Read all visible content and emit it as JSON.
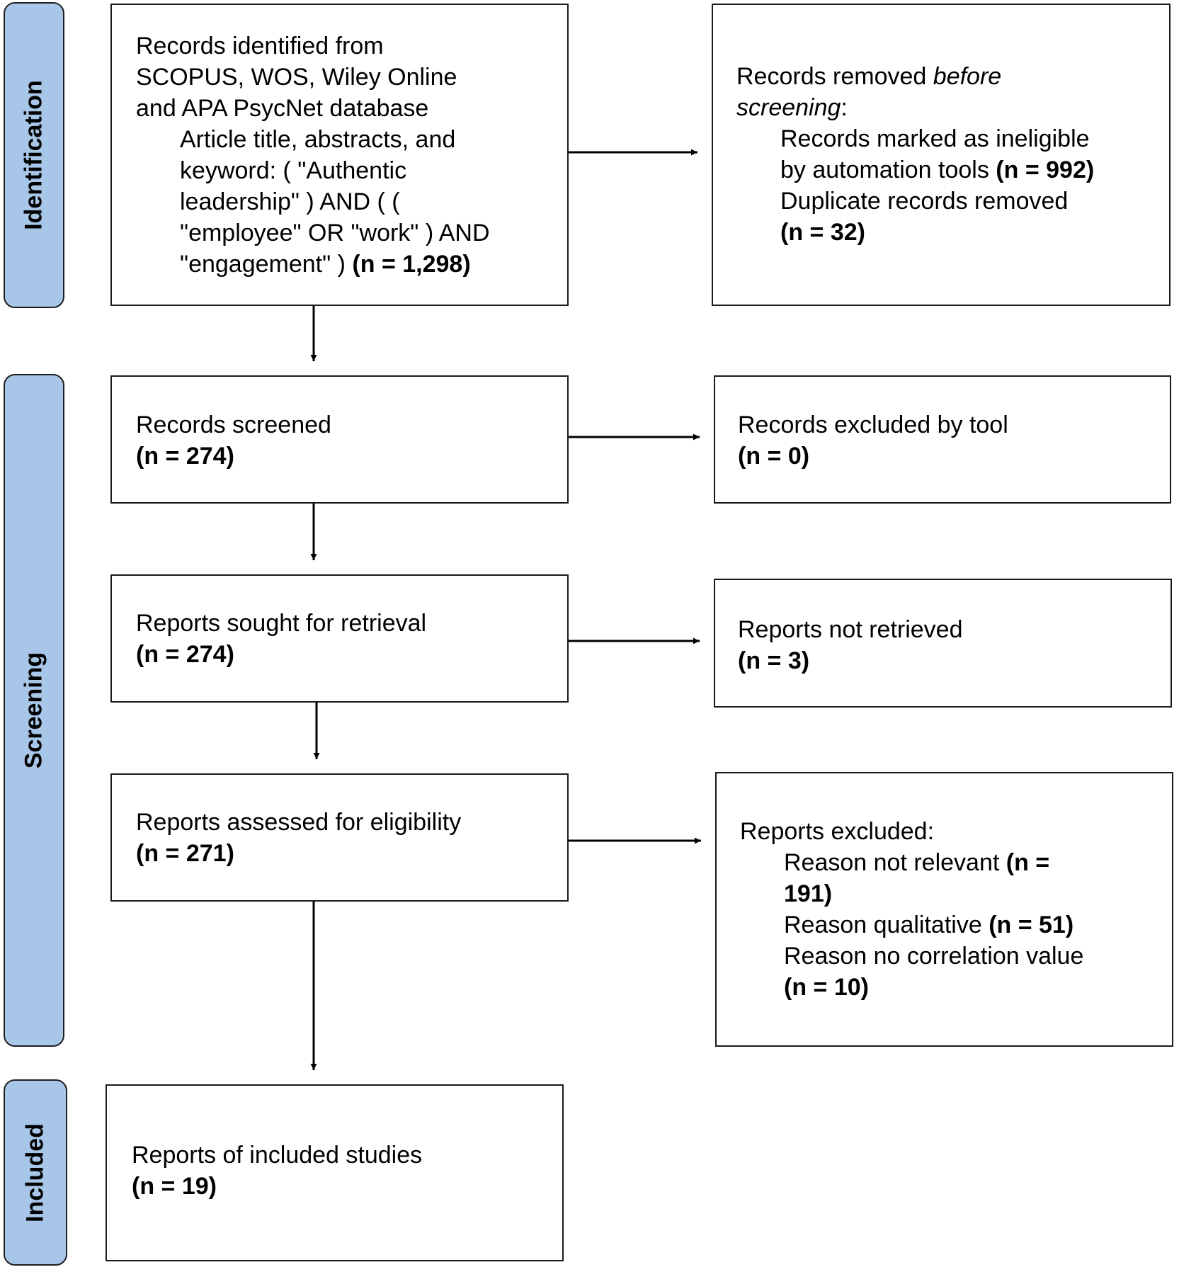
{
  "phases": {
    "identification": "Identification",
    "screening": "Screening",
    "included": "Included"
  },
  "identified": {
    "line1": "Records identified from",
    "line2": "SCOPUS, WOS, Wiley Online",
    "line3": "and APA PsycNet database",
    "line4": "Article title, abstracts, and",
    "line5": "keyword: ( \"Authentic",
    "line6": "leadership\" ) AND ( (",
    "line7": "\"employee\" OR \"work\" ) AND",
    "line8": "\"engagement\" )",
    "count": "(n = 1,298)"
  },
  "removed": {
    "prefix": "Records removed ",
    "italic1": "before",
    "italic2": "screening",
    "colon": ":",
    "item1_a": "Records marked as ineligible",
    "item1_b": "by automation tools ",
    "item1_count": "(n = 992)",
    "item2_a": "Duplicate records removed",
    "item2_count": "(n = 32)"
  },
  "screened": {
    "label": "Records screened",
    "count": "(n = 274)"
  },
  "excluded_tool": {
    "label": "Records excluded by tool",
    "count": "(n = 0)"
  },
  "sought": {
    "label": "Reports sought for retrieval",
    "count": "(n = 274)"
  },
  "not_retrieved": {
    "label": "Reports not retrieved",
    "count": "(n = 3)"
  },
  "assessed": {
    "label": "Reports assessed for eligibility",
    "count": "(n = 271)"
  },
  "excluded": {
    "label": "Reports excluded:",
    "r1": "Reason not relevant ",
    "r1_count_a": "(n =",
    "r1_count_b": "191)",
    "r2": "Reason qualitative ",
    "r2_count": "(n = 51)",
    "r3": "Reason no correlation value",
    "r3_count": "(n = 10)"
  },
  "included_box": {
    "label": "Reports of included studies",
    "count": "(n = 19)"
  },
  "colors": {
    "phase_fill": "#a8c6e8",
    "border": "#1a1a1a"
  }
}
